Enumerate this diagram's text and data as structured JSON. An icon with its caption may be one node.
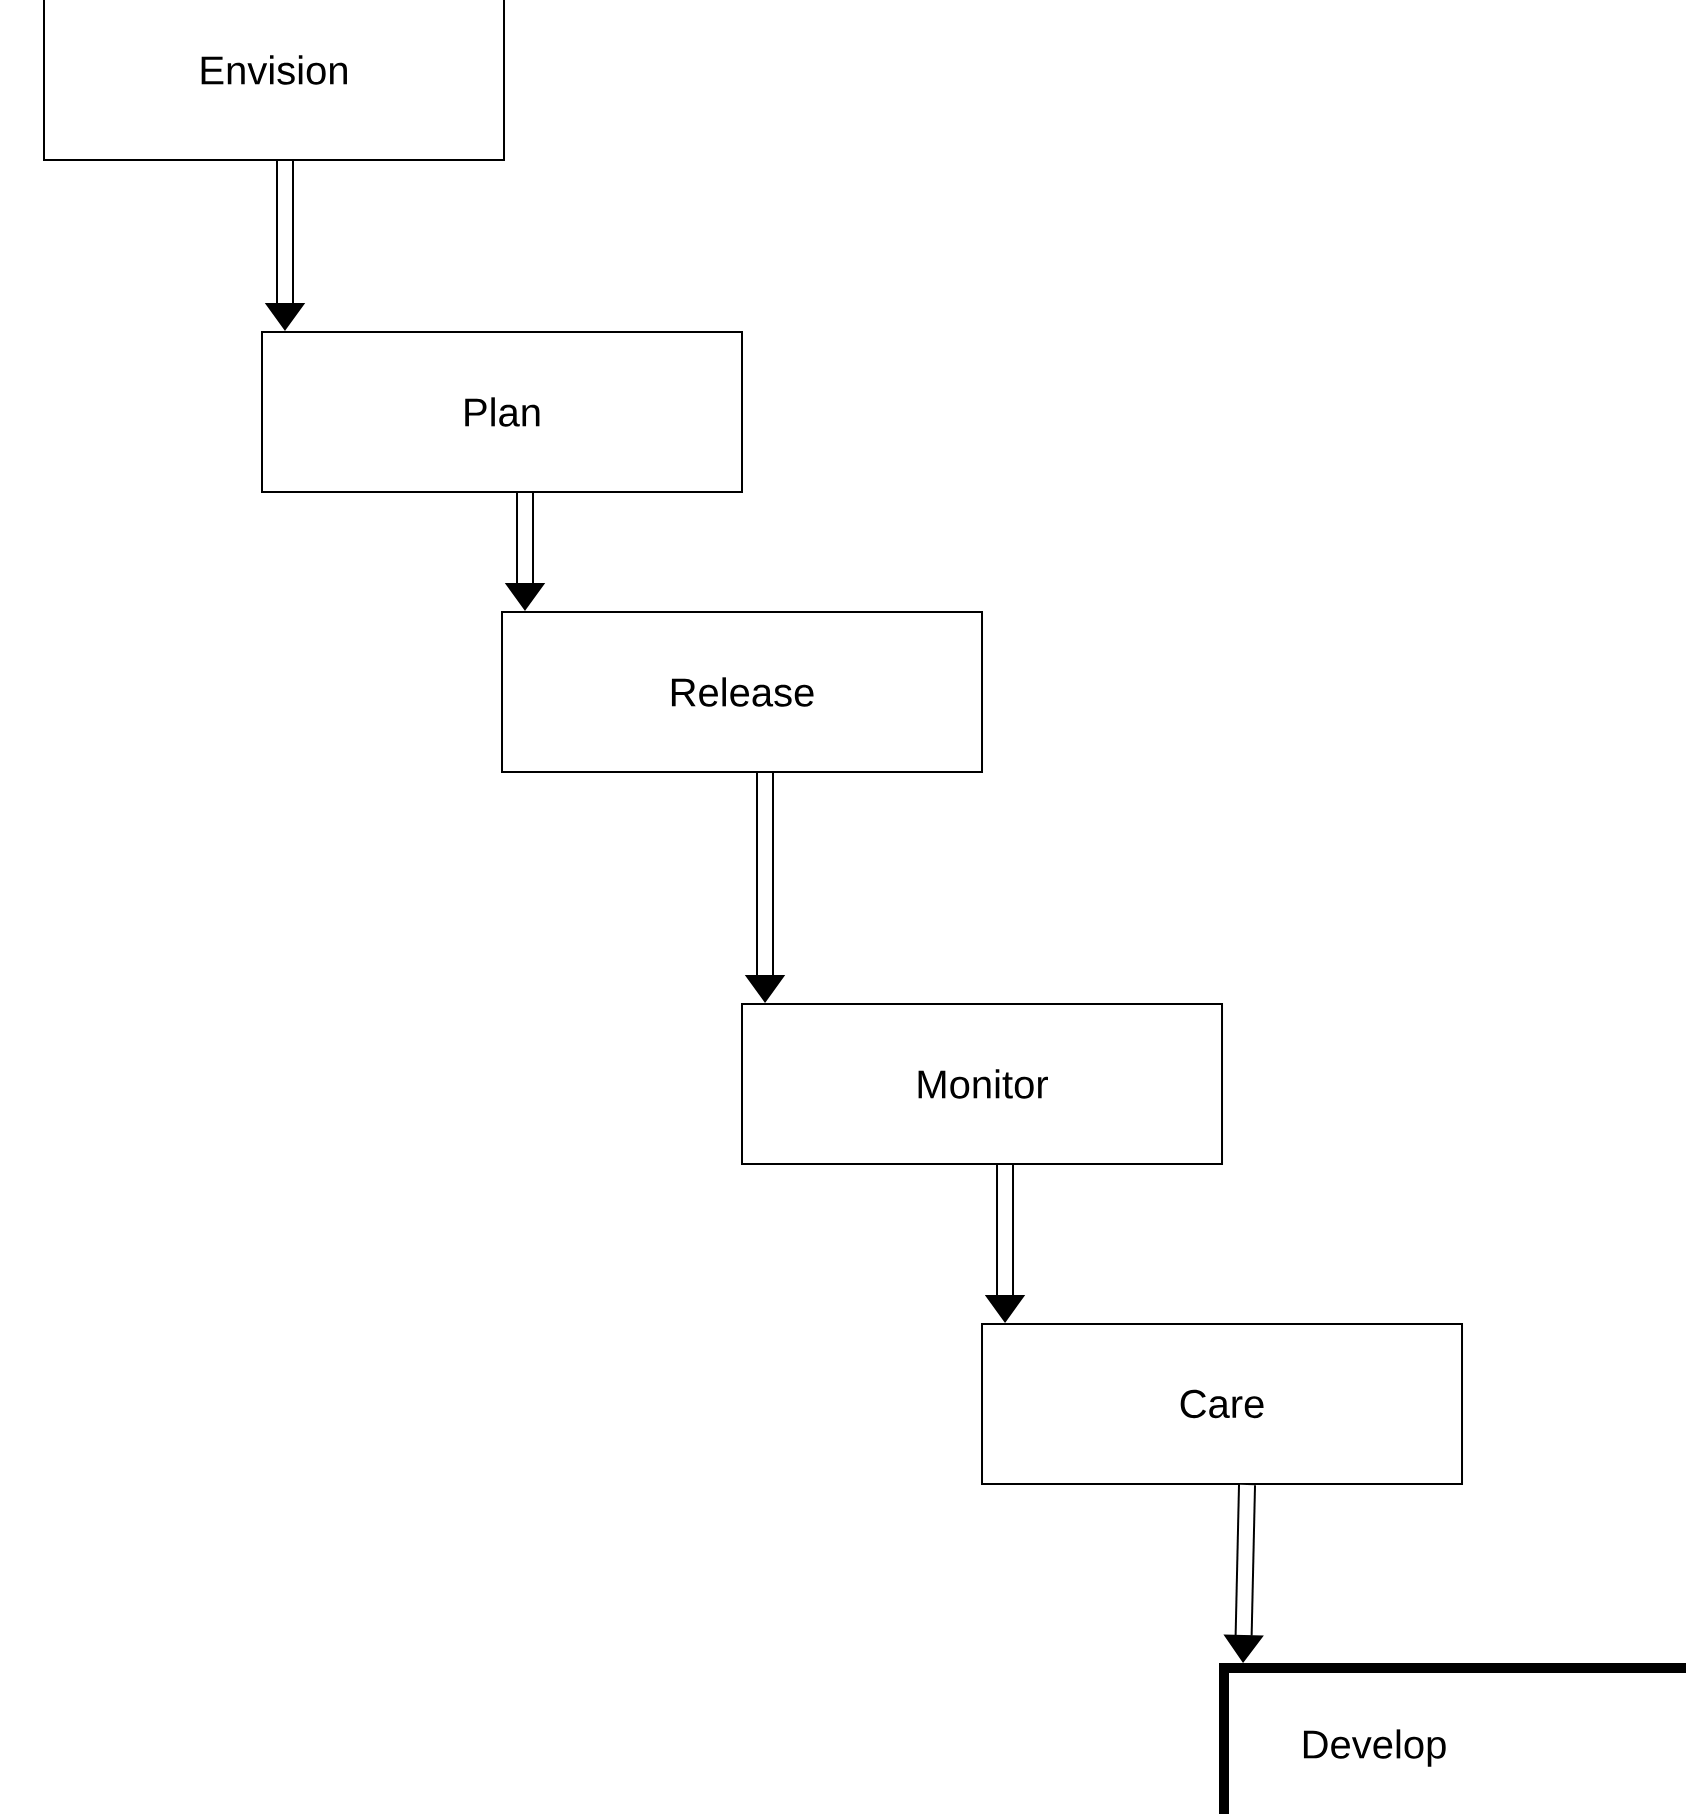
{
  "diagram": {
    "nodes": [
      {
        "text": [
          "Envision"
        ]
      },
      {
        "text": [
          "Plan"
        ]
      },
      {
        "text": [
          "Release"
        ]
      },
      {
        "text": [
          "Monitor"
        ]
      },
      {
        "text": [
          "Care"
        ]
      },
      {
        "text": [
          "Develop"
        ]
      }
    ],
    "edges": [
      {
        "from": 0,
        "to": 1,
        "arrow": "to"
      },
      {
        "from": 1,
        "to": 2,
        "arrow": "to"
      },
      {
        "from": 2,
        "to": 3,
        "arrow": "to"
      },
      {
        "from": 3,
        "to": 4,
        "arrow": "to"
      },
      {
        "from": 4,
        "to": 5,
        "arrow": "to"
      }
    ]
  }
}
